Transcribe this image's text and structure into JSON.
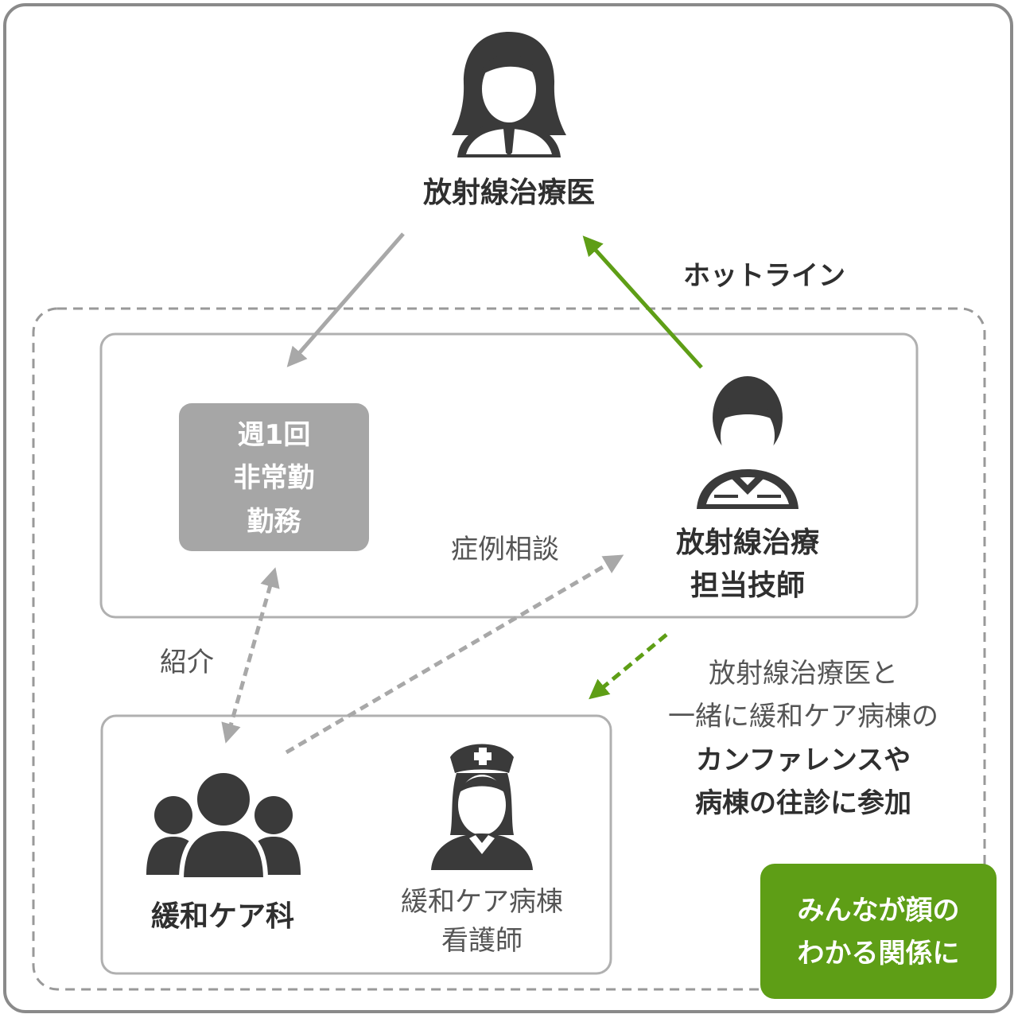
{
  "colors": {
    "frame": "#8a8a8a",
    "box": "#b0b0b0",
    "dashed_group": "#999999",
    "gray_arrow": "#a8a8a8",
    "green_accent": "#5e9e16",
    "person_fill": "#3a3a3a",
    "gray_box_fill": "#a6a6a6"
  },
  "nodes": {
    "radiation_doctor": {
      "label": "放射線治療医",
      "icon": "female-doctor-icon"
    },
    "technician": {
      "line1": "放射線治療",
      "line2": "担当技師",
      "icon": "male-staff-icon"
    },
    "part_time": {
      "line1": "週1回",
      "line2": "非常勤",
      "line3": "勤務"
    },
    "palliative_dept": {
      "label": "緩和ケア科",
      "icon": "group-icon"
    },
    "palliative_nurse": {
      "line1": "緩和ケア病棟",
      "line2": "看護師",
      "icon": "nurse-icon"
    }
  },
  "edges": {
    "hotline": "ホットライン",
    "case_consult": "症例相談",
    "referral": "紹介"
  },
  "note": {
    "line1": "放射線治療医と",
    "line2": "一緒に緩和ケア病棟の",
    "line3": "カンファレンスや",
    "line4": "病棟の往診に参加"
  },
  "badge": {
    "line1": "みんなが顔の",
    "line2": "わかる関係に"
  }
}
